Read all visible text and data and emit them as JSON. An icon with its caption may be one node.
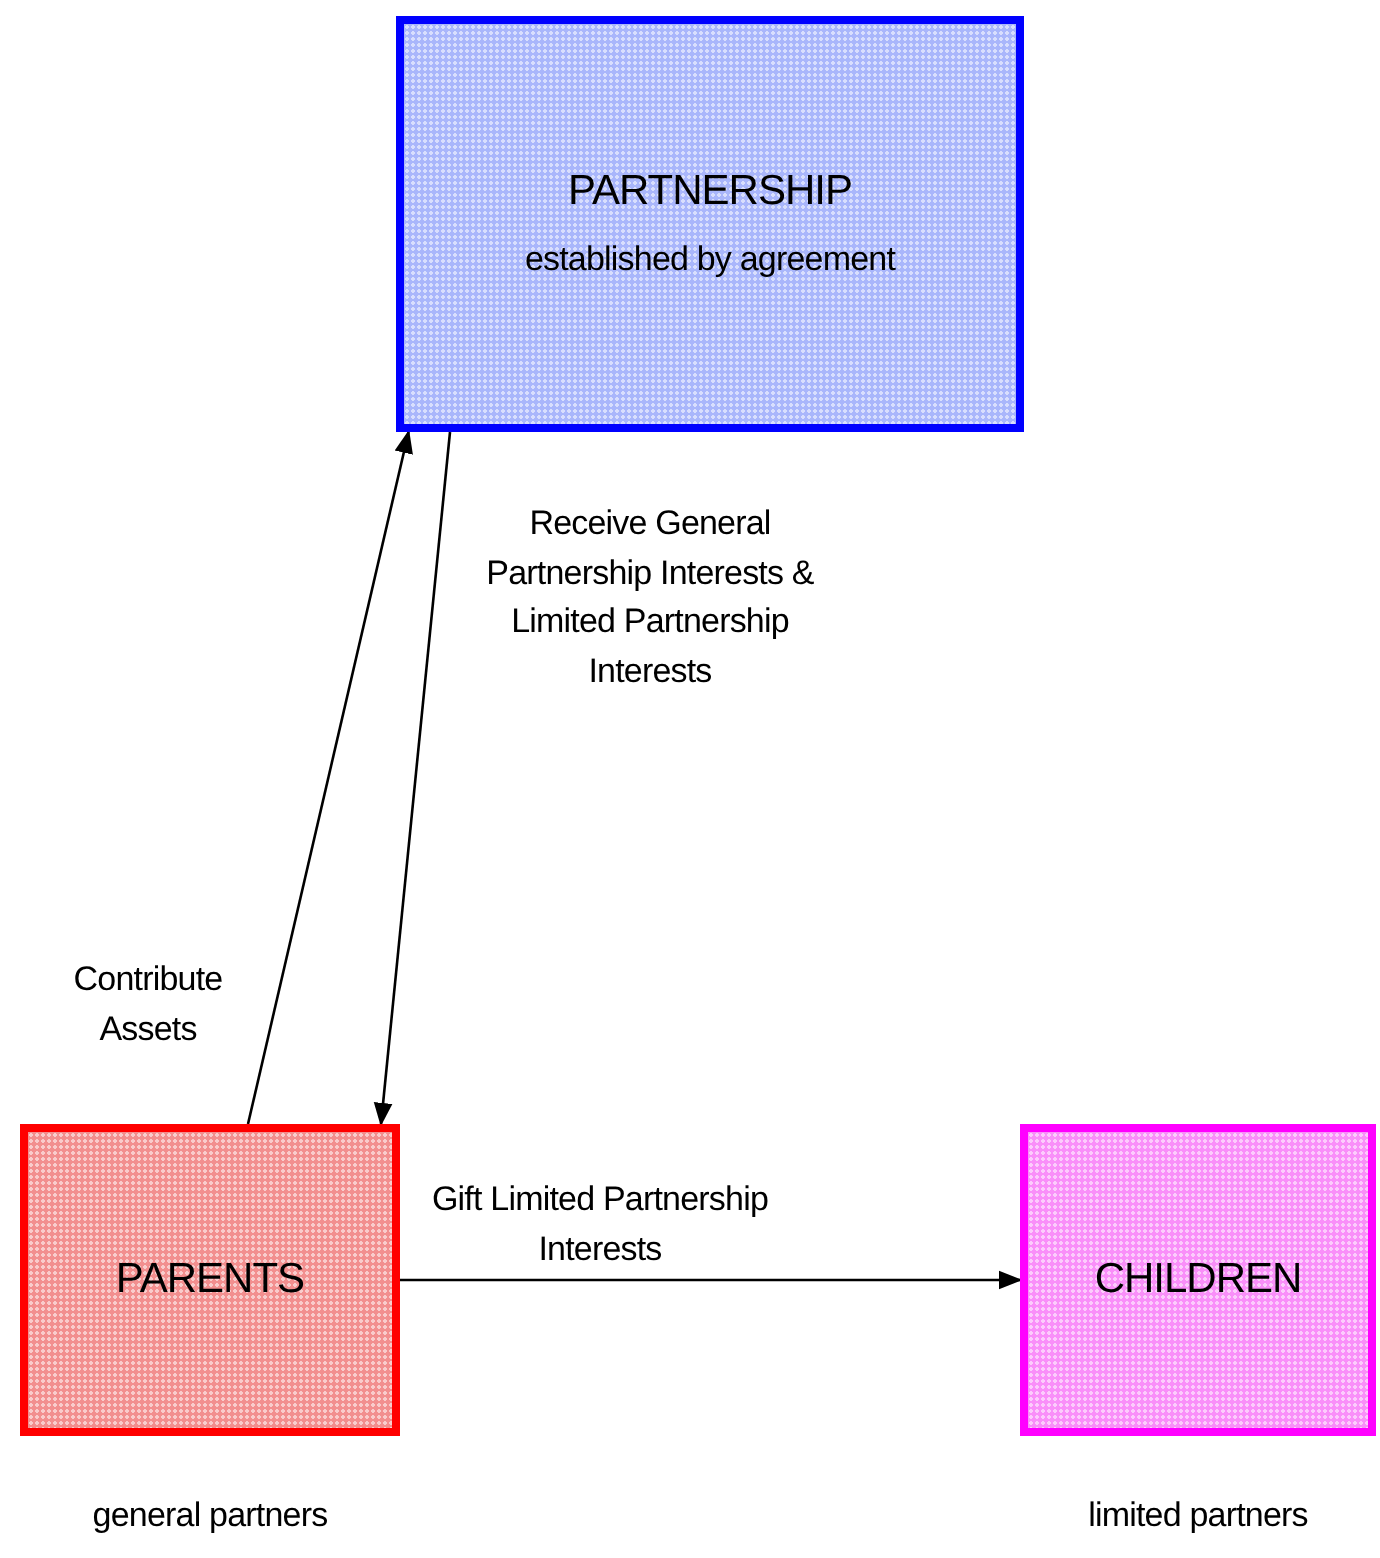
{
  "diagram": {
    "nodes": [
      {
        "text": [
          "PARTNERSHIP",
          "established by agreement"
        ]
      },
      {
        "text": [
          "PARENTS"
        ],
        "beside": [
          "general partners"
        ]
      },
      {
        "text": [
          "CHILDREN"
        ],
        "beside": [
          "limited partners"
        ]
      }
    ],
    "edges": [
      {
        "from": 1,
        "to": 0,
        "arrow": "to",
        "label": "Contribute Assets"
      },
      {
        "from": 0,
        "to": 1,
        "arrow": "to",
        "label": "Receive General Partnership Interests & Limited Partnership Interests"
      },
      {
        "from": 1,
        "to": 2,
        "arrow": "to",
        "label": "Gift Limited Partnership Interests"
      }
    ]
  }
}
